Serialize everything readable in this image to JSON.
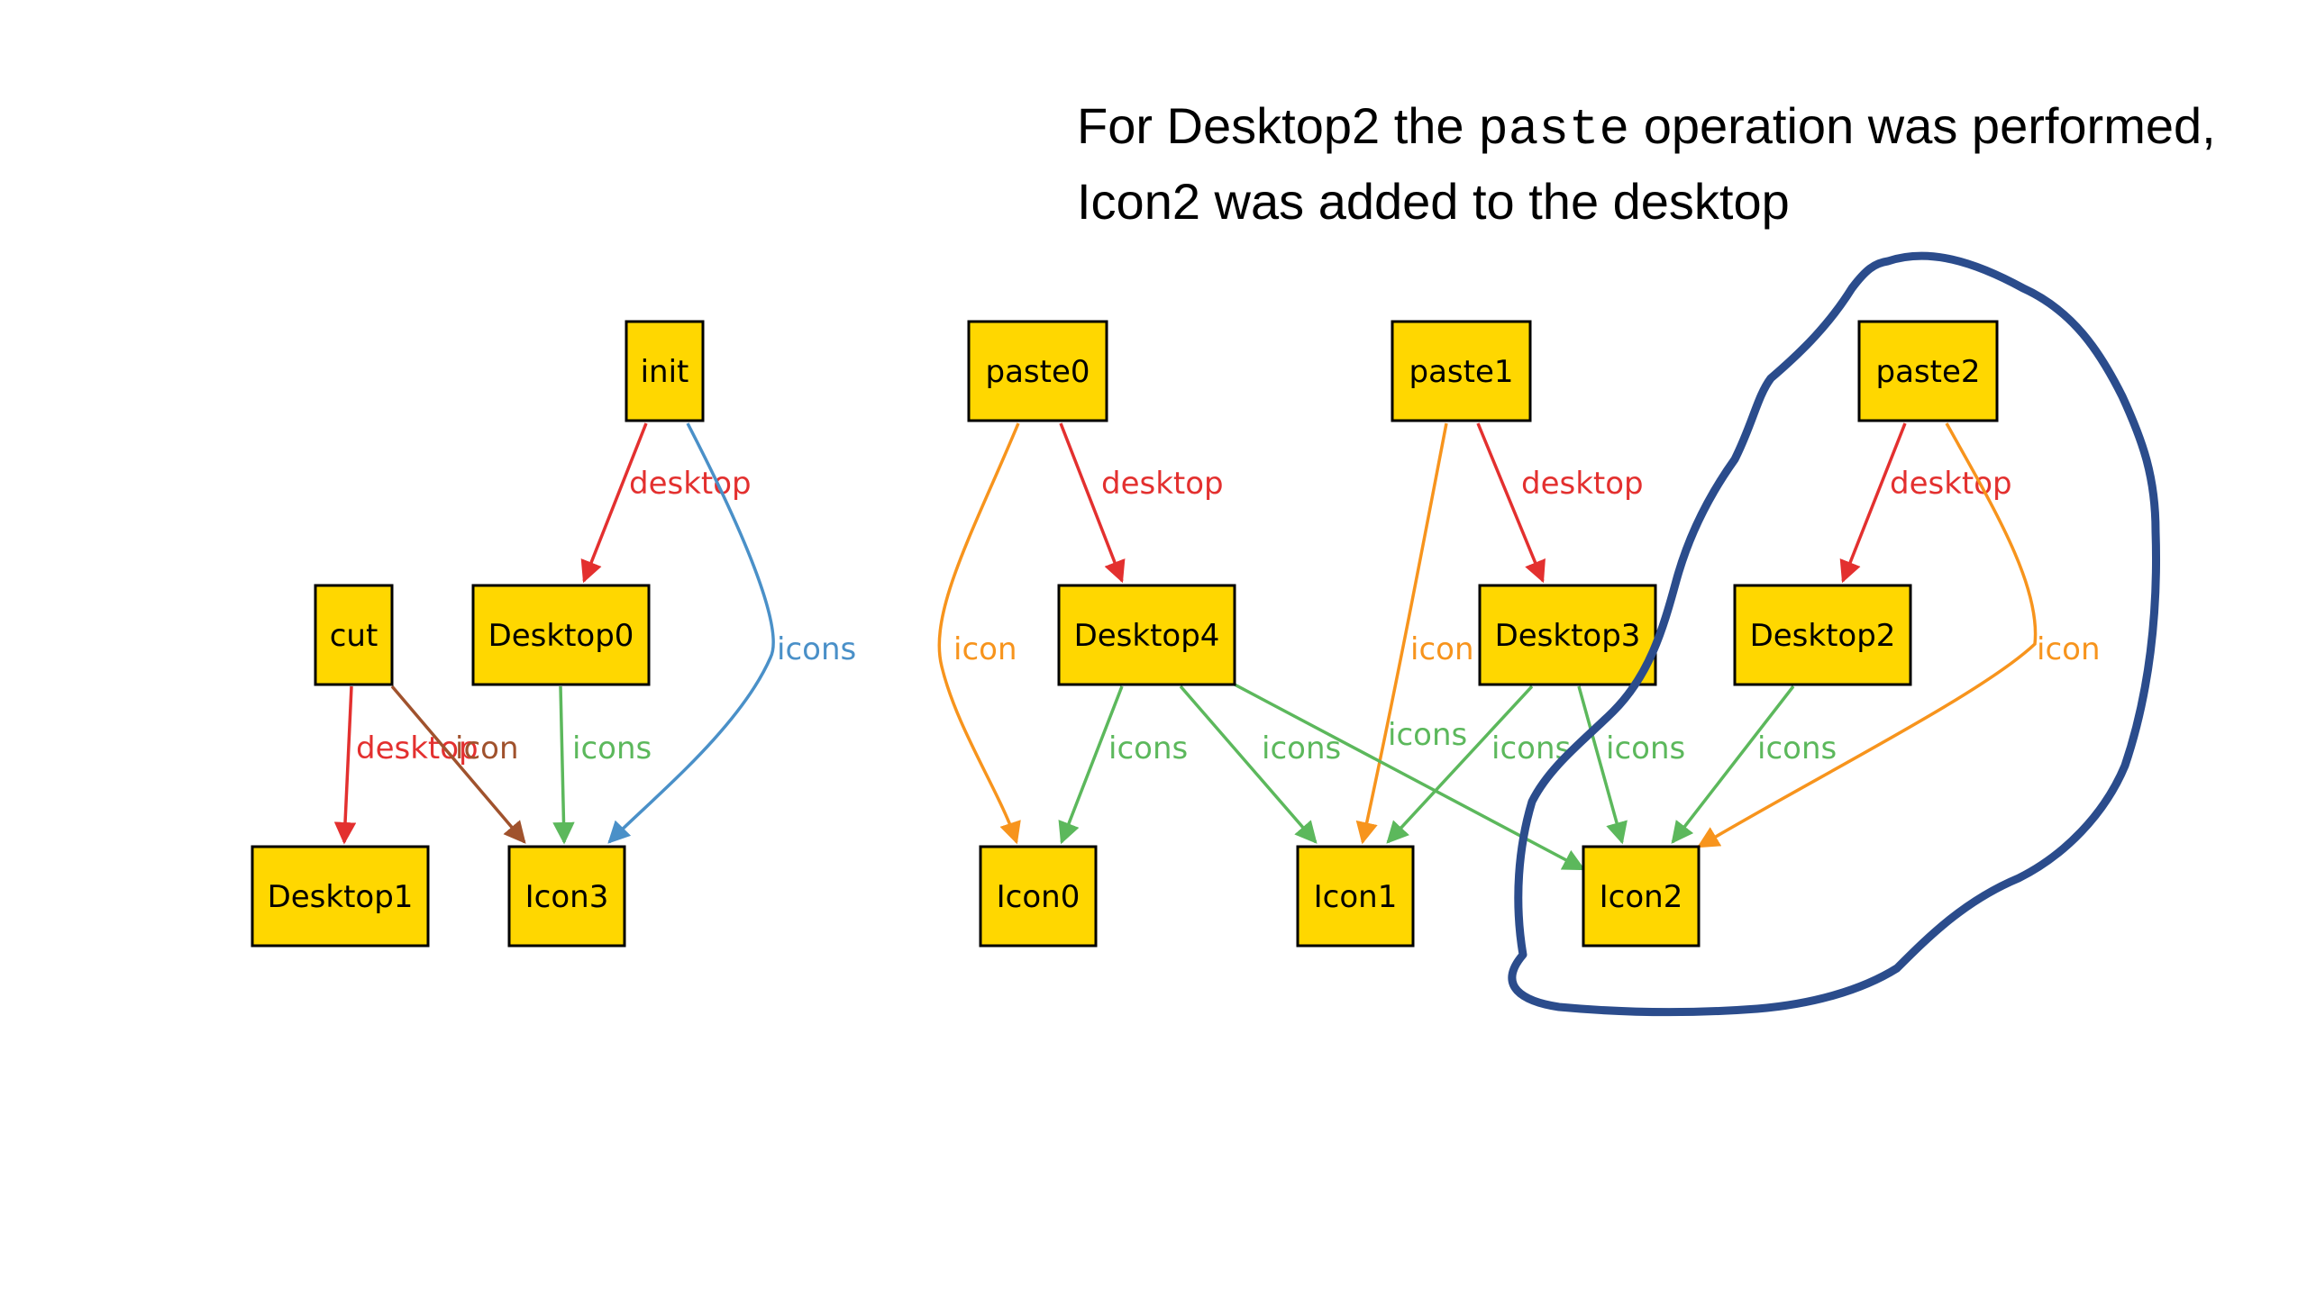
{
  "caption": {
    "before": "For Desktop2 the ",
    "code": "paste",
    "after": " operation was performed, Icon2 was added to the desktop"
  },
  "colors": {
    "node_fill": "#ffd700",
    "desktop": "#e3302f",
    "icons": "#5cb85c",
    "icon": "#f7941d",
    "icons_init": "#4a90c8",
    "desktopicon": "#a0522d",
    "highlight": "#2b4c8c"
  },
  "nodes": [
    {
      "id": "init",
      "label": "init"
    },
    {
      "id": "cut",
      "label": "cut"
    },
    {
      "id": "Desktop0",
      "label": "Desktop0"
    },
    {
      "id": "Desktop1",
      "label": "Desktop1"
    },
    {
      "id": "Icon3",
      "label": "Icon3"
    },
    {
      "id": "paste0",
      "label": "paste0"
    },
    {
      "id": "paste1",
      "label": "paste1"
    },
    {
      "id": "paste2",
      "label": "paste2"
    },
    {
      "id": "Desktop4",
      "label": "Desktop4"
    },
    {
      "id": "Desktop3",
      "label": "Desktop3"
    },
    {
      "id": "Desktop2",
      "label": "Desktop2"
    },
    {
      "id": "Icon0",
      "label": "Icon0"
    },
    {
      "id": "Icon1",
      "label": "Icon1"
    },
    {
      "id": "Icon2",
      "label": "Icon2"
    }
  ],
  "edges": [
    {
      "from": "init",
      "to": "Desktop0",
      "label": "desktop",
      "kind": "desktop"
    },
    {
      "from": "init",
      "to": "Icon3",
      "label": "icons",
      "kind": "icons_init"
    },
    {
      "from": "cut",
      "to": "Desktop1",
      "label": "desktop",
      "kind": "desktop"
    },
    {
      "from": "cut",
      "to": "Icon3",
      "label": "icon",
      "kind": "desktopicon"
    },
    {
      "from": "Desktop0",
      "to": "Icon3",
      "label": "icons",
      "kind": "icons"
    },
    {
      "from": "paste0",
      "to": "Desktop4",
      "label": "desktop",
      "kind": "desktop"
    },
    {
      "from": "paste0",
      "to": "Icon0",
      "label": "icon",
      "kind": "icon"
    },
    {
      "from": "paste1",
      "to": "Desktop3",
      "label": "desktop",
      "kind": "desktop"
    },
    {
      "from": "paste1",
      "to": "Icon1",
      "label": "icon",
      "kind": "icon"
    },
    {
      "from": "paste2",
      "to": "Desktop2",
      "label": "desktop",
      "kind": "desktop"
    },
    {
      "from": "paste2",
      "to": "Icon2",
      "label": "icon",
      "kind": "icon"
    },
    {
      "from": "Desktop4",
      "to": "Icon0",
      "label": "icons",
      "kind": "icons"
    },
    {
      "from": "Desktop4",
      "to": "Icon1",
      "label": "icons",
      "kind": "icons"
    },
    {
      "from": "Desktop4",
      "to": "Icon2",
      "label": "icons",
      "kind": "icons"
    },
    {
      "from": "Desktop3",
      "to": "Icon1",
      "label": "icons",
      "kind": "icons"
    },
    {
      "from": "Desktop3",
      "to": "Icon2",
      "label": "icons",
      "kind": "icons"
    },
    {
      "from": "Desktop2",
      "to": "Icon2",
      "label": "icons",
      "kind": "icons"
    }
  ]
}
